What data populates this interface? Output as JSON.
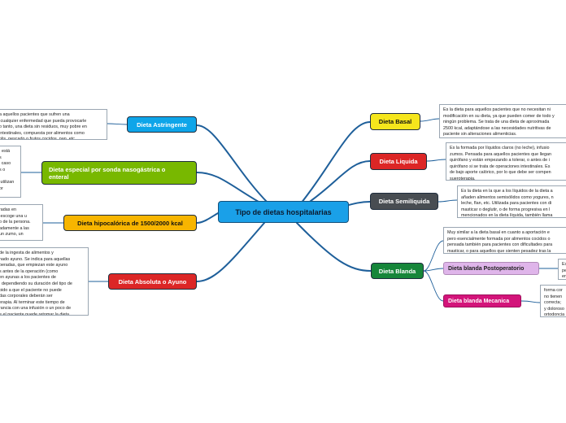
{
  "colors": {
    "center": "#1aa0e8",
    "basal": "#f5e61c",
    "liquida": "#dc2626",
    "semiliquida": "#484d52",
    "blanda": "#16863a",
    "astringente": "#0ea5e9",
    "enteral": "#78b800",
    "hipocalorica": "#f7b500",
    "absoluta": "#dc2626",
    "postoperatorio": "#dfb5ea",
    "mecanica": "#d3147a",
    "link": "#1e5f9a"
  },
  "center": {
    "label": "Tipo de dietas hospitalarias"
  },
  "right_topics": [
    {
      "id": "basal",
      "label": "Dieta Basal",
      "note": "Es la dieta para aquellos pacientes que no necesitan ni\nmodificación en su dieta, ya que pueden comer de todo y\nningún problema. Se trata de una dieta de aproximada\n2500 kcal, adaptándose a las necesidades nutritivas de\npaciente sin alteraciones alimenticias."
    },
    {
      "id": "liquida",
      "label": "Dieta Liquida",
      "note": "Es la formada por líquidos claros (no leche), infusio\nzumos. Pensada para aquellos pacientes que llegan\nquirófano y están empezando a tolerar, o antes de i\nquirófano si se trata de operaciones intestinales. Es\nde bajo aporte calórico, por lo que debe ser compen\nsueroterapia."
    },
    {
      "id": "semiliquida",
      "label": "Dieta Semilíquida",
      "note": "Es la dieta en la que a los líquidos de la dieta a\nañaden alimentos semisólidos como yogures, n\nleche, flan, etc. Utilizada para pacientes con di\nmasticar o deglutir, o de forma progresiva en l\nmencionados en la dieta líquida, también llama"
    },
    {
      "id": "blanda",
      "label": "Dieta Blanda",
      "note": "Muy similar a la dieta basal en cuanto a aportación e\npero esencialmente formada por alimentos cocidos o\npensada también para pacientes con dificultades para\nmasticar, o para aquellos que sienten pesadez tras la"
    }
  ],
  "blanda_subtopics": [
    {
      "id": "postoperatorio",
      "label": "Dieta blanda Postoperatorio",
      "note": "Es\npe\nen"
    },
    {
      "id": "mecanica",
      "label": "Dieta blanda Mecanica",
      "note": "forma cor\nno tienen\ncorrecta;\ny doloroso\nortodoncia"
    }
  ],
  "left_topics": [
    {
      "id": "astringente",
      "label": "Dieta Astringente",
      "note": "a aquellos pacientes que sufren una\n cualquier enfermedad que pueda provocarle\no tanto, una dieta sin residuos, muy pobre en\nintestinales, compuesta por alimentos como\nolis, pescado o frutos cocidos, pan, etc."
    },
    {
      "id": "enteral",
      "label": "Dieta especial por sonda nasogástrica o\nenteral",
      "note": ", está\ns\nl caso\ns o\n\n utilizan\nor"
    },
    {
      "id": "hipocalorica",
      "label": "Dieta hipocalórica de 1500/2000 kcal",
      "note": "radas en\n escoge una u\no de la persona.\nadamente a las\nun zumo, un"
    },
    {
      "id": "absoluta",
      "label": "Dieta Absoluta o Ayuno",
      "note": "de la ingesta de alimentos y\nnado ayuno. Se indica para aquellas\nperadas, que empiezan este ayuno\ns antes de la operación (como\nen ayunas a los pacientes de\n, dependiendo su duración del tipo de\nbido a que el paciente no puede\ndas corporales deberán ser\nerapia. Al terminar este tiempo de\nrancia con una infusión o un poco de\ne el paciente puede retomar la dieta\nma."
    }
  ]
}
